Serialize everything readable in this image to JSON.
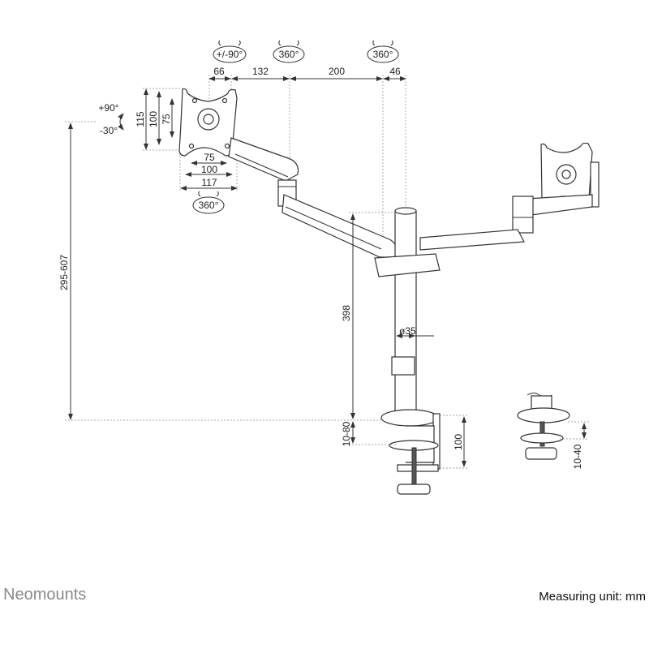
{
  "rotation_labels": {
    "tilt_top": "+/-90°",
    "swivel_mid": "360°",
    "swivel_pole": "360°",
    "rotate_plate": "360°",
    "tilt_up": "+90°",
    "tilt_down": "-30°"
  },
  "dimensions": {
    "arm_segment_1": "66",
    "arm_segment_2": "132",
    "arm_segment_3": "200",
    "arm_segment_4": "46",
    "plate_height_outer": "115",
    "plate_height_vesa_100": "100",
    "plate_height_vesa_75": "75",
    "plate_width_vesa_75": "75",
    "plate_width_vesa_100": "100",
    "plate_width_outer": "117",
    "height_range": "295-607",
    "pole_height": "398",
    "pole_diameter": "ø35",
    "clamp_desk_thickness": "10-80",
    "clamp_height": "100",
    "grommet_desk_thickness": "10-40"
  },
  "footer": {
    "brand": "Neomounts",
    "unit_note": "Measuring unit: mm"
  }
}
